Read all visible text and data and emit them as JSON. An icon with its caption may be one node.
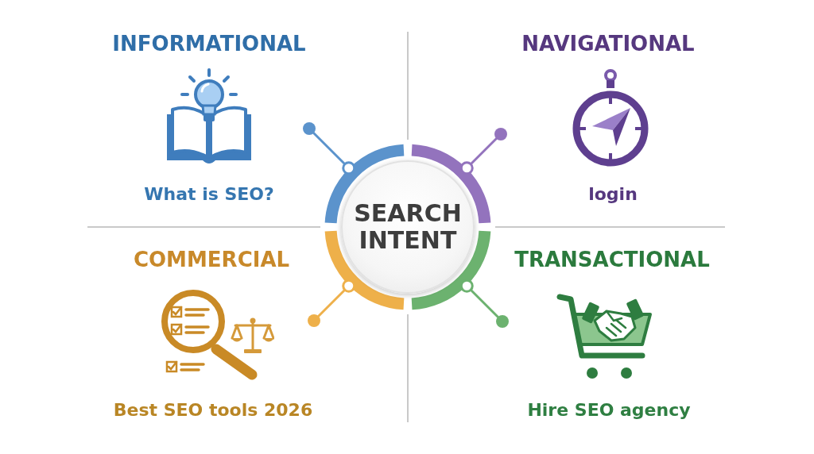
{
  "diagram": {
    "nodes": [
      {
        "text": [
          "SEARCH INTENT"
        ]
      },
      {
        "text": [
          "INFORMATIONAL",
          "What is SEO?"
        ]
      },
      {
        "text": [
          "NAVIGATIONAL",
          "login"
        ]
      },
      {
        "text": [
          "COMMERCIAL",
          "Best SEO tools 2026"
        ]
      },
      {
        "text": [
          "TRANSACTIONAL",
          "Hire SEO agency"
        ]
      }
    ],
    "edges": [
      {
        "from": 0,
        "to": 1,
        "arrow": "other",
        "color": "#5b93cc"
      },
      {
        "from": 0,
        "to": 2,
        "arrow": "other",
        "color": "#9373bd"
      },
      {
        "from": 0,
        "to": 3,
        "arrow": "other",
        "color": "#eeb04a"
      },
      {
        "from": 0,
        "to": 4,
        "arrow": "other",
        "color": "#6cb26f"
      }
    ]
  }
}
